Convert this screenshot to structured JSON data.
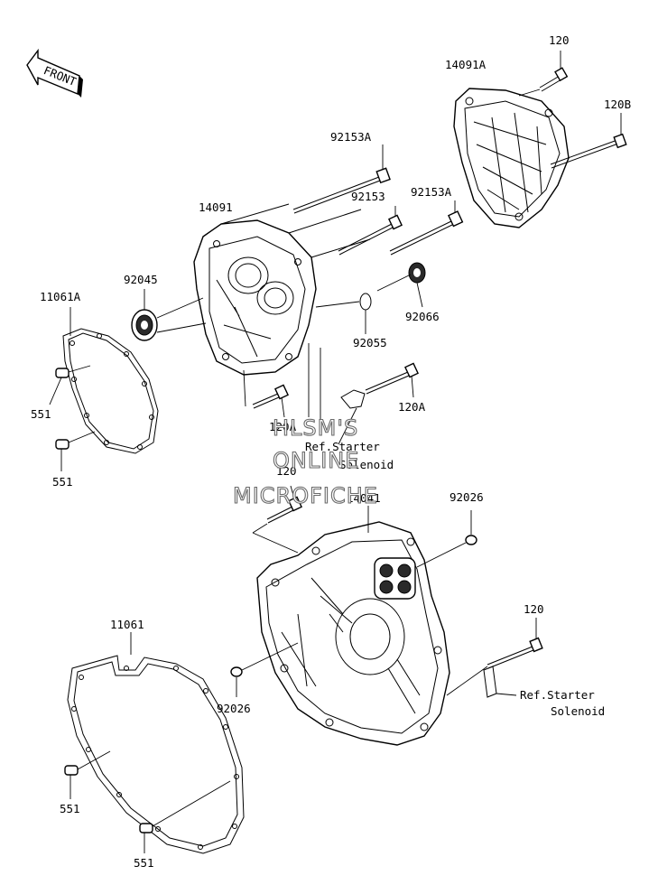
{
  "front_label": "FRONT",
  "parts": {
    "p120_top": "120",
    "p14091A": "14091A",
    "p120B": "120B",
    "p92153A_a": "92153A",
    "p92153": "92153",
    "p92153A_b": "92153A",
    "p14091": "14091",
    "p92045": "92045",
    "p11061A": "11061A",
    "p92066": "92066",
    "p92055": "92055",
    "p551_a": "551",
    "p551_b": "551",
    "p120A_a": "120A",
    "p120A_b": "120A",
    "p120_mid": "120",
    "p14041": "14041",
    "p92026_a": "92026",
    "p120_right": "120",
    "p11061": "11061",
    "p92026_b": "92026",
    "p551_c": "551",
    "p551_d": "551"
  },
  "refs": {
    "ref1_line1": "Ref.Starter",
    "ref1_line2": "Solenoid",
    "ref2_line1": "Ref.Starter",
    "ref2_line2": "Solenoid"
  },
  "watermark": {
    "line1": "HLSM'S",
    "line2": "ONLINE",
    "line3": "MICROFICHE"
  }
}
